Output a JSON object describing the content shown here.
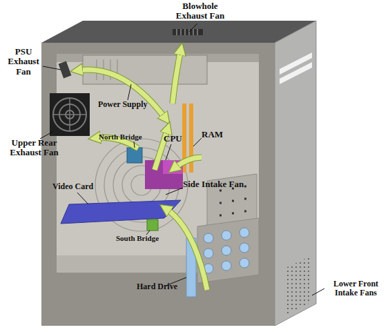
{
  "diagram": {
    "labels": [
      "Blowhole Exhaust Fan",
      "PSU Exhaust Fan",
      "Power Supply",
      "Upper Rear Exhaust Fan",
      "North Bridge",
      "CPU",
      "RAM",
      "Video Card",
      "Side Intake Fan",
      "South Bridge",
      "Hard Drive",
      "Lower Front Intake Fans"
    ]
  }
}
